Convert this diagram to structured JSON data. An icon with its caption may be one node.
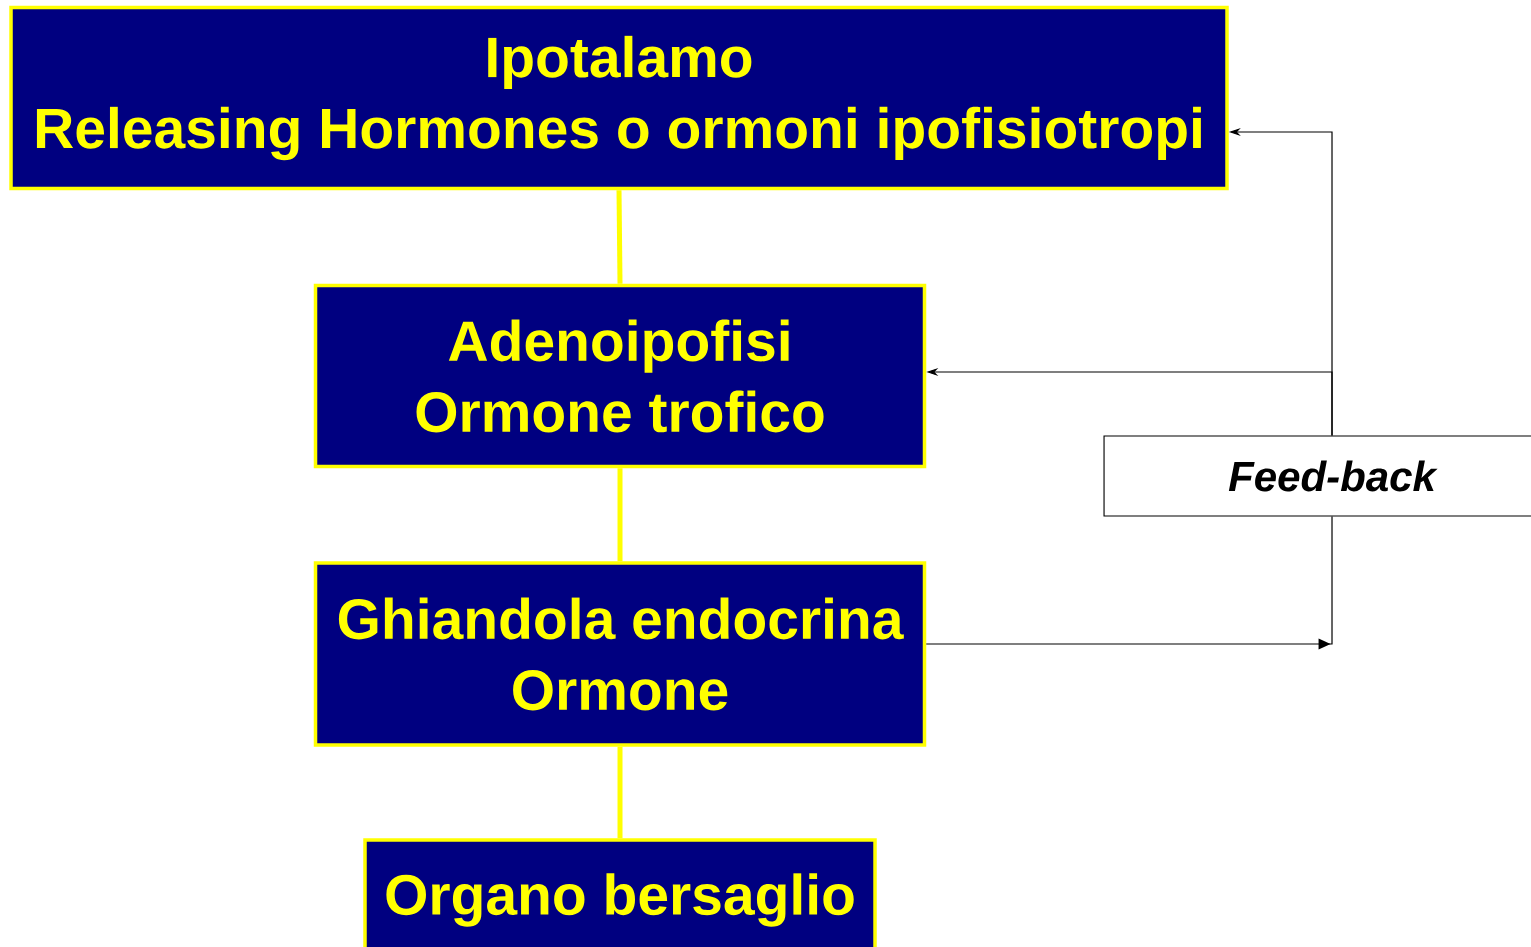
{
  "diagram": {
    "nodes": [
      {
        "text": [
          "Ipotalamo",
          "Releasing Hormones o ormoni ipofisiotropi"
        ]
      },
      {
        "text": [
          "Adenoipofisi",
          "Ormone trofico"
        ]
      },
      {
        "text": [
          "Ghiandola endocrina",
          "Ormone"
        ]
      },
      {
        "text": [
          "Organo bersaglio"
        ]
      },
      {
        "text": [
          "Feed-back"
        ]
      }
    ],
    "edges": [
      {
        "from": 0,
        "to": 1,
        "arrow": "none",
        "style": "thick",
        "color": "#ffff00"
      },
      {
        "from": 1,
        "to": 2,
        "arrow": "none",
        "style": "thick",
        "color": "#ffff00"
      },
      {
        "from": 2,
        "to": 3,
        "arrow": "none",
        "style": "thick",
        "color": "#ffff00"
      },
      {
        "from": 2,
        "to": 4,
        "arrow": "to",
        "color": "#000000"
      },
      {
        "from": 4,
        "to": 0,
        "arrow": "to",
        "color": "#000000"
      },
      {
        "from": 4,
        "to": 1,
        "arrow": "to",
        "color": "#000000"
      }
    ]
  }
}
